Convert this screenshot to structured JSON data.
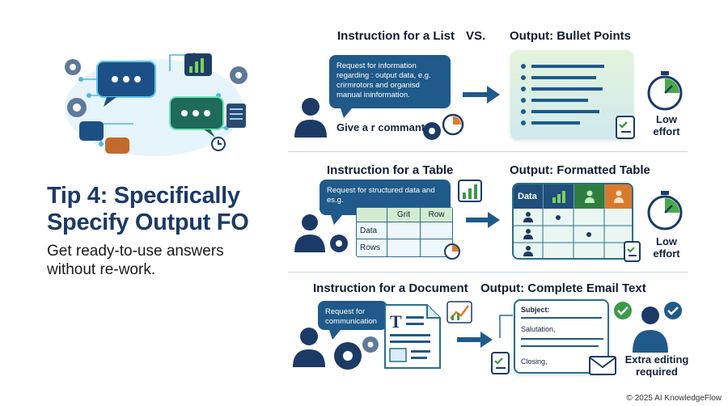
{
  "left_panel": {
    "title_line1_bold": "Tip 4:",
    "title_line1_rest": " Specifically",
    "title_line2": "Specify Output FO",
    "subtitle_line1": "Get ready-to-use answers",
    "subtitle_line2": "without re-work."
  },
  "header": {
    "list_instruction": "Instruction for a List",
    "vs": "VS.",
    "list_output": "Output: Bullet Points"
  },
  "list_section": {
    "bubble_text": "Request for information regarding : output data, e.g. crirmrotors and organisd manual ininformation.",
    "command_text": "Give a r commant",
    "effort_label_1": "Low",
    "effort_label_2": "effort"
  },
  "table_section": {
    "instruction_title": "Instruction for a Table",
    "output_title": "Output: Formatted Table",
    "bubble_text": "Request for structured data and es.g.",
    "mini_table_headers": [
      "Grit",
      "Row"
    ],
    "mini_table_rows": [
      "Data",
      "Rows"
    ],
    "output_table_header": "Data",
    "effort_label_1": "Low",
    "effort_label_2": "effort"
  },
  "document_section": {
    "instruction_title": "Instruction for a Document",
    "output_title": "Output: Complete Email Text",
    "bubble_text": "Request for communication",
    "email_subject": "Subject:",
    "email_salutation": "Salutation,",
    "email_closing": "Closing,",
    "editing_label_1": "Extra editing",
    "editing_label_2": "required"
  },
  "footer": {
    "copyright": "© 2025 AI KnowledgeFlow"
  },
  "colors": {
    "navy": "#1b3a66",
    "blue": "#1f5a8a",
    "teal": "#2aa7a0",
    "green": "#3b9a4a",
    "orange": "#e07b2a",
    "light_green": "#e3f3de"
  }
}
